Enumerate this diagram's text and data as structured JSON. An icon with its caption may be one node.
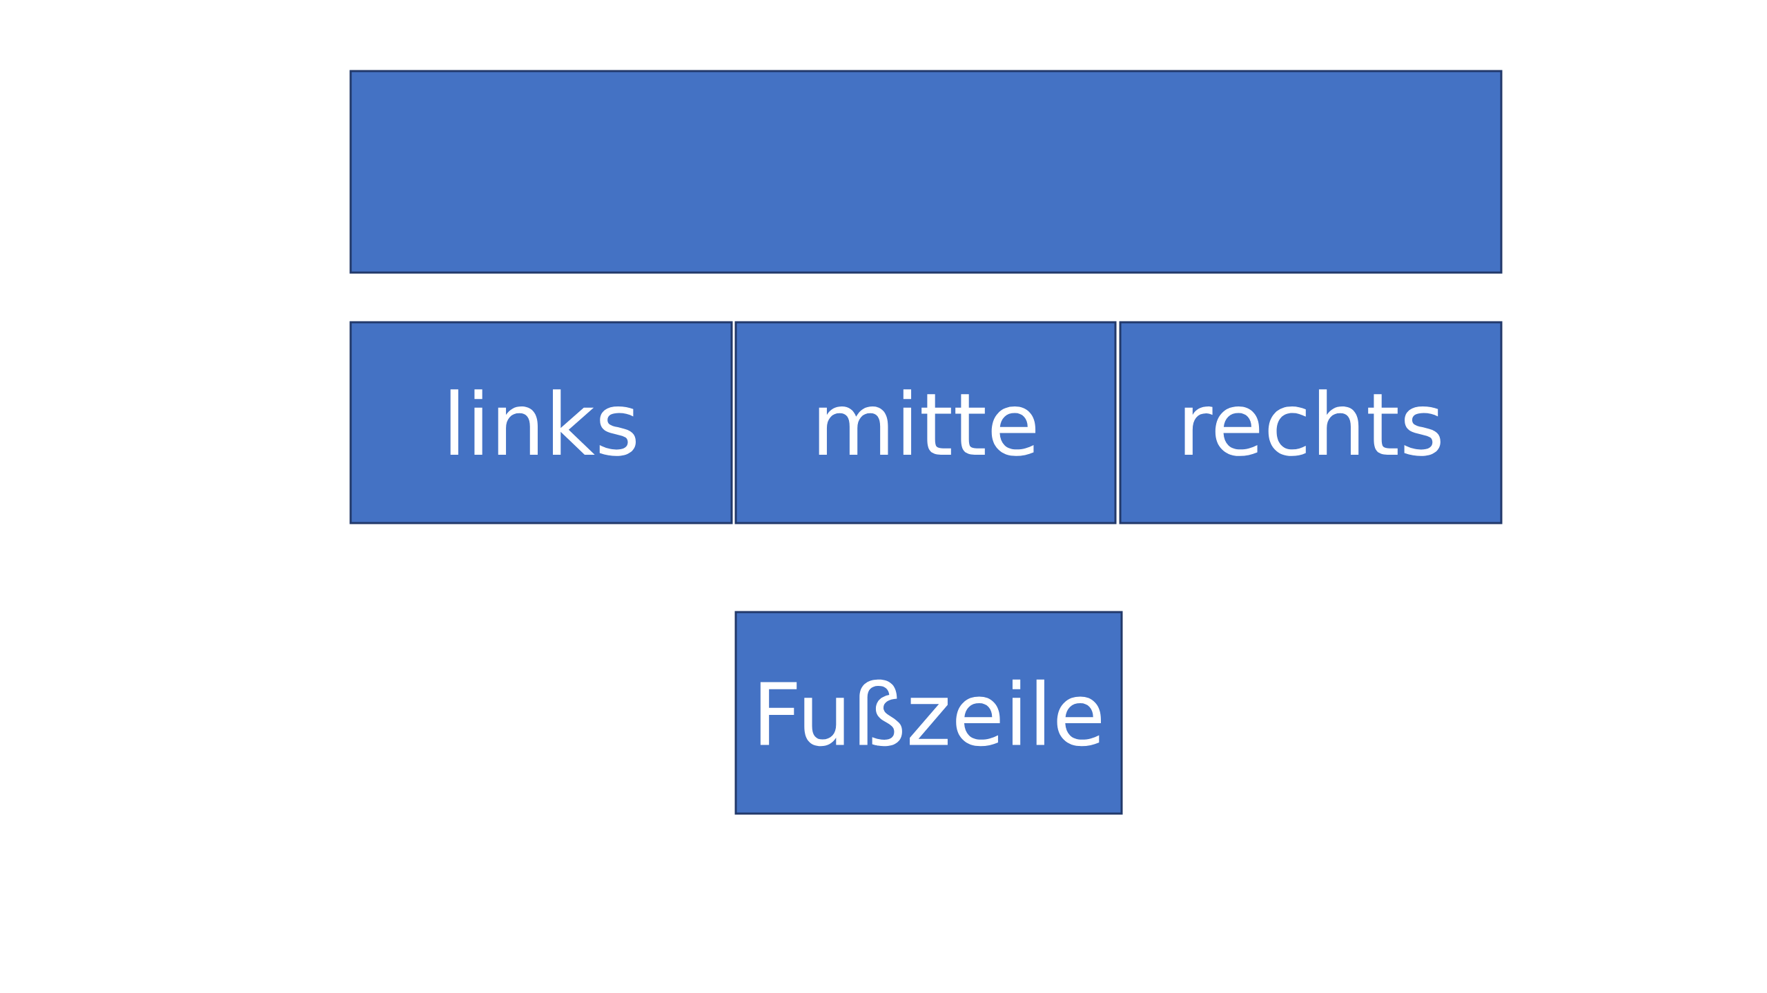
{
  "diagram": {
    "nodes": [
      {
        "text": [],
        "shape": "box"
      },
      {
        "text": [
          "links"
        ]
      },
      {
        "text": [
          "mitte"
        ]
      },
      {
        "text": [
          "rechts"
        ]
      },
      {
        "text": [
          "Fußzeile"
        ]
      }
    ]
  }
}
